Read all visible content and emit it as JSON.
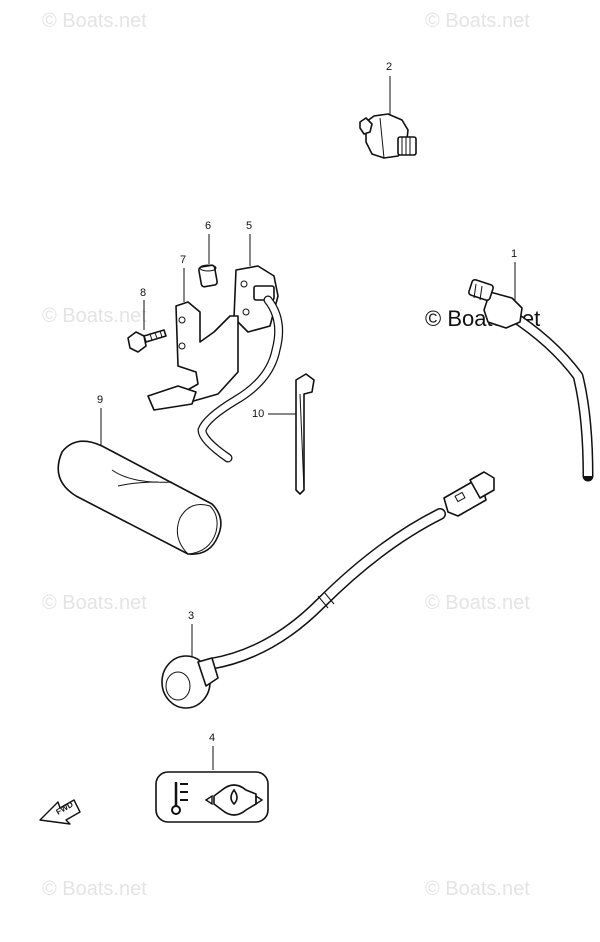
{
  "watermark": {
    "faint_text": "© Boats.net",
    "dark_text": "© Boats.net"
  },
  "callouts": {
    "p1": "1",
    "p2": "2",
    "p3": "3",
    "p4": "4",
    "p5": "5",
    "p6": "6",
    "p7": "7",
    "p8": "8",
    "p9": "9",
    "p10": "10"
  },
  "direction_badge": "FWD",
  "colors": {
    "line": "#111111",
    "watermark": "#e4e4e4",
    "background": "#ffffff"
  }
}
